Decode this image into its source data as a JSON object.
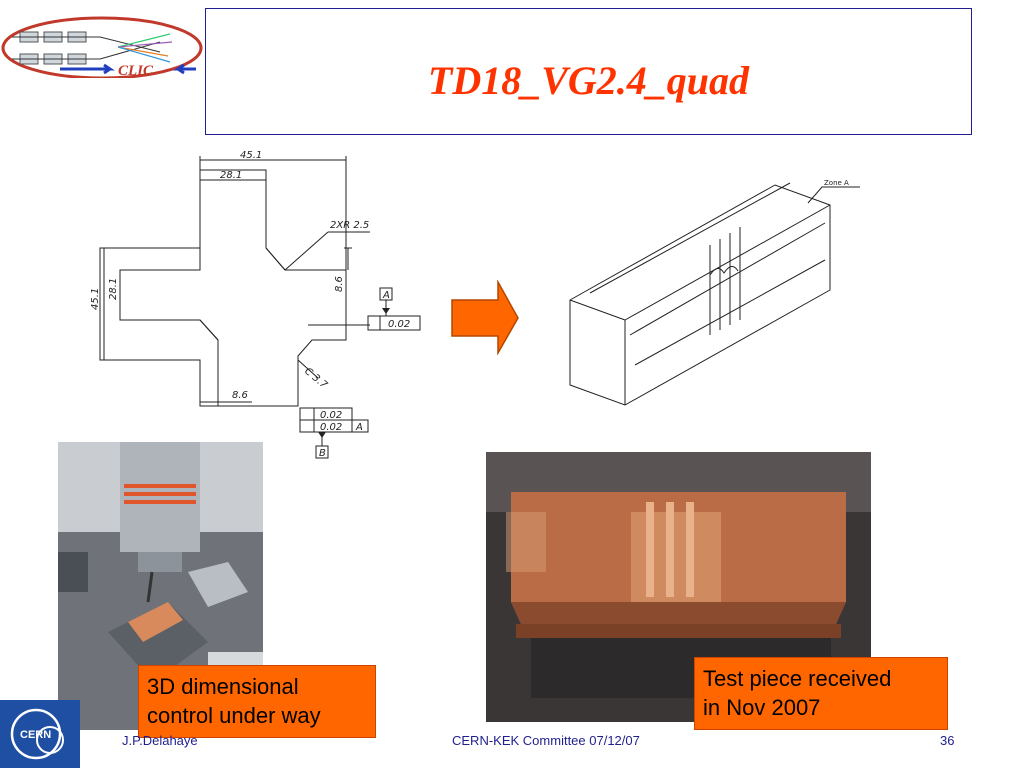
{
  "slide": {
    "title": "TD18_VG2.4_quad",
    "logo_text": "CLIC",
    "cern_text": "CERN",
    "drawing": {
      "dim_451_top": "45.1",
      "dim_281_top": "28.1",
      "radius_note": "2XR 2.5",
      "dim_451_side": "45.1",
      "dim_281_side": "28.1",
      "dim_86_right": "8.6",
      "dim_86_bottom": "8.6",
      "chamfer_note": "C 3.7",
      "datum_a": "A",
      "datum_b": "B",
      "flatness_value": "0.02",
      "flatness_value2": "0.02",
      "perp_value": "0.02",
      "perp_ref": "A"
    },
    "iso_label": "Zone A",
    "callout1": [
      "3D dimensional",
      "control under way"
    ],
    "callout2": [
      "Test piece received",
      "in Nov 2007"
    ],
    "footer": {
      "author": "J.P.Delahaye",
      "event": "CERN-KEK Committee 07/12/07",
      "page": "36"
    },
    "colors": {
      "title": "#ff3300",
      "callout": "#ff6600",
      "footer": "#1f1f8f",
      "arrow": "#ff6600"
    }
  }
}
